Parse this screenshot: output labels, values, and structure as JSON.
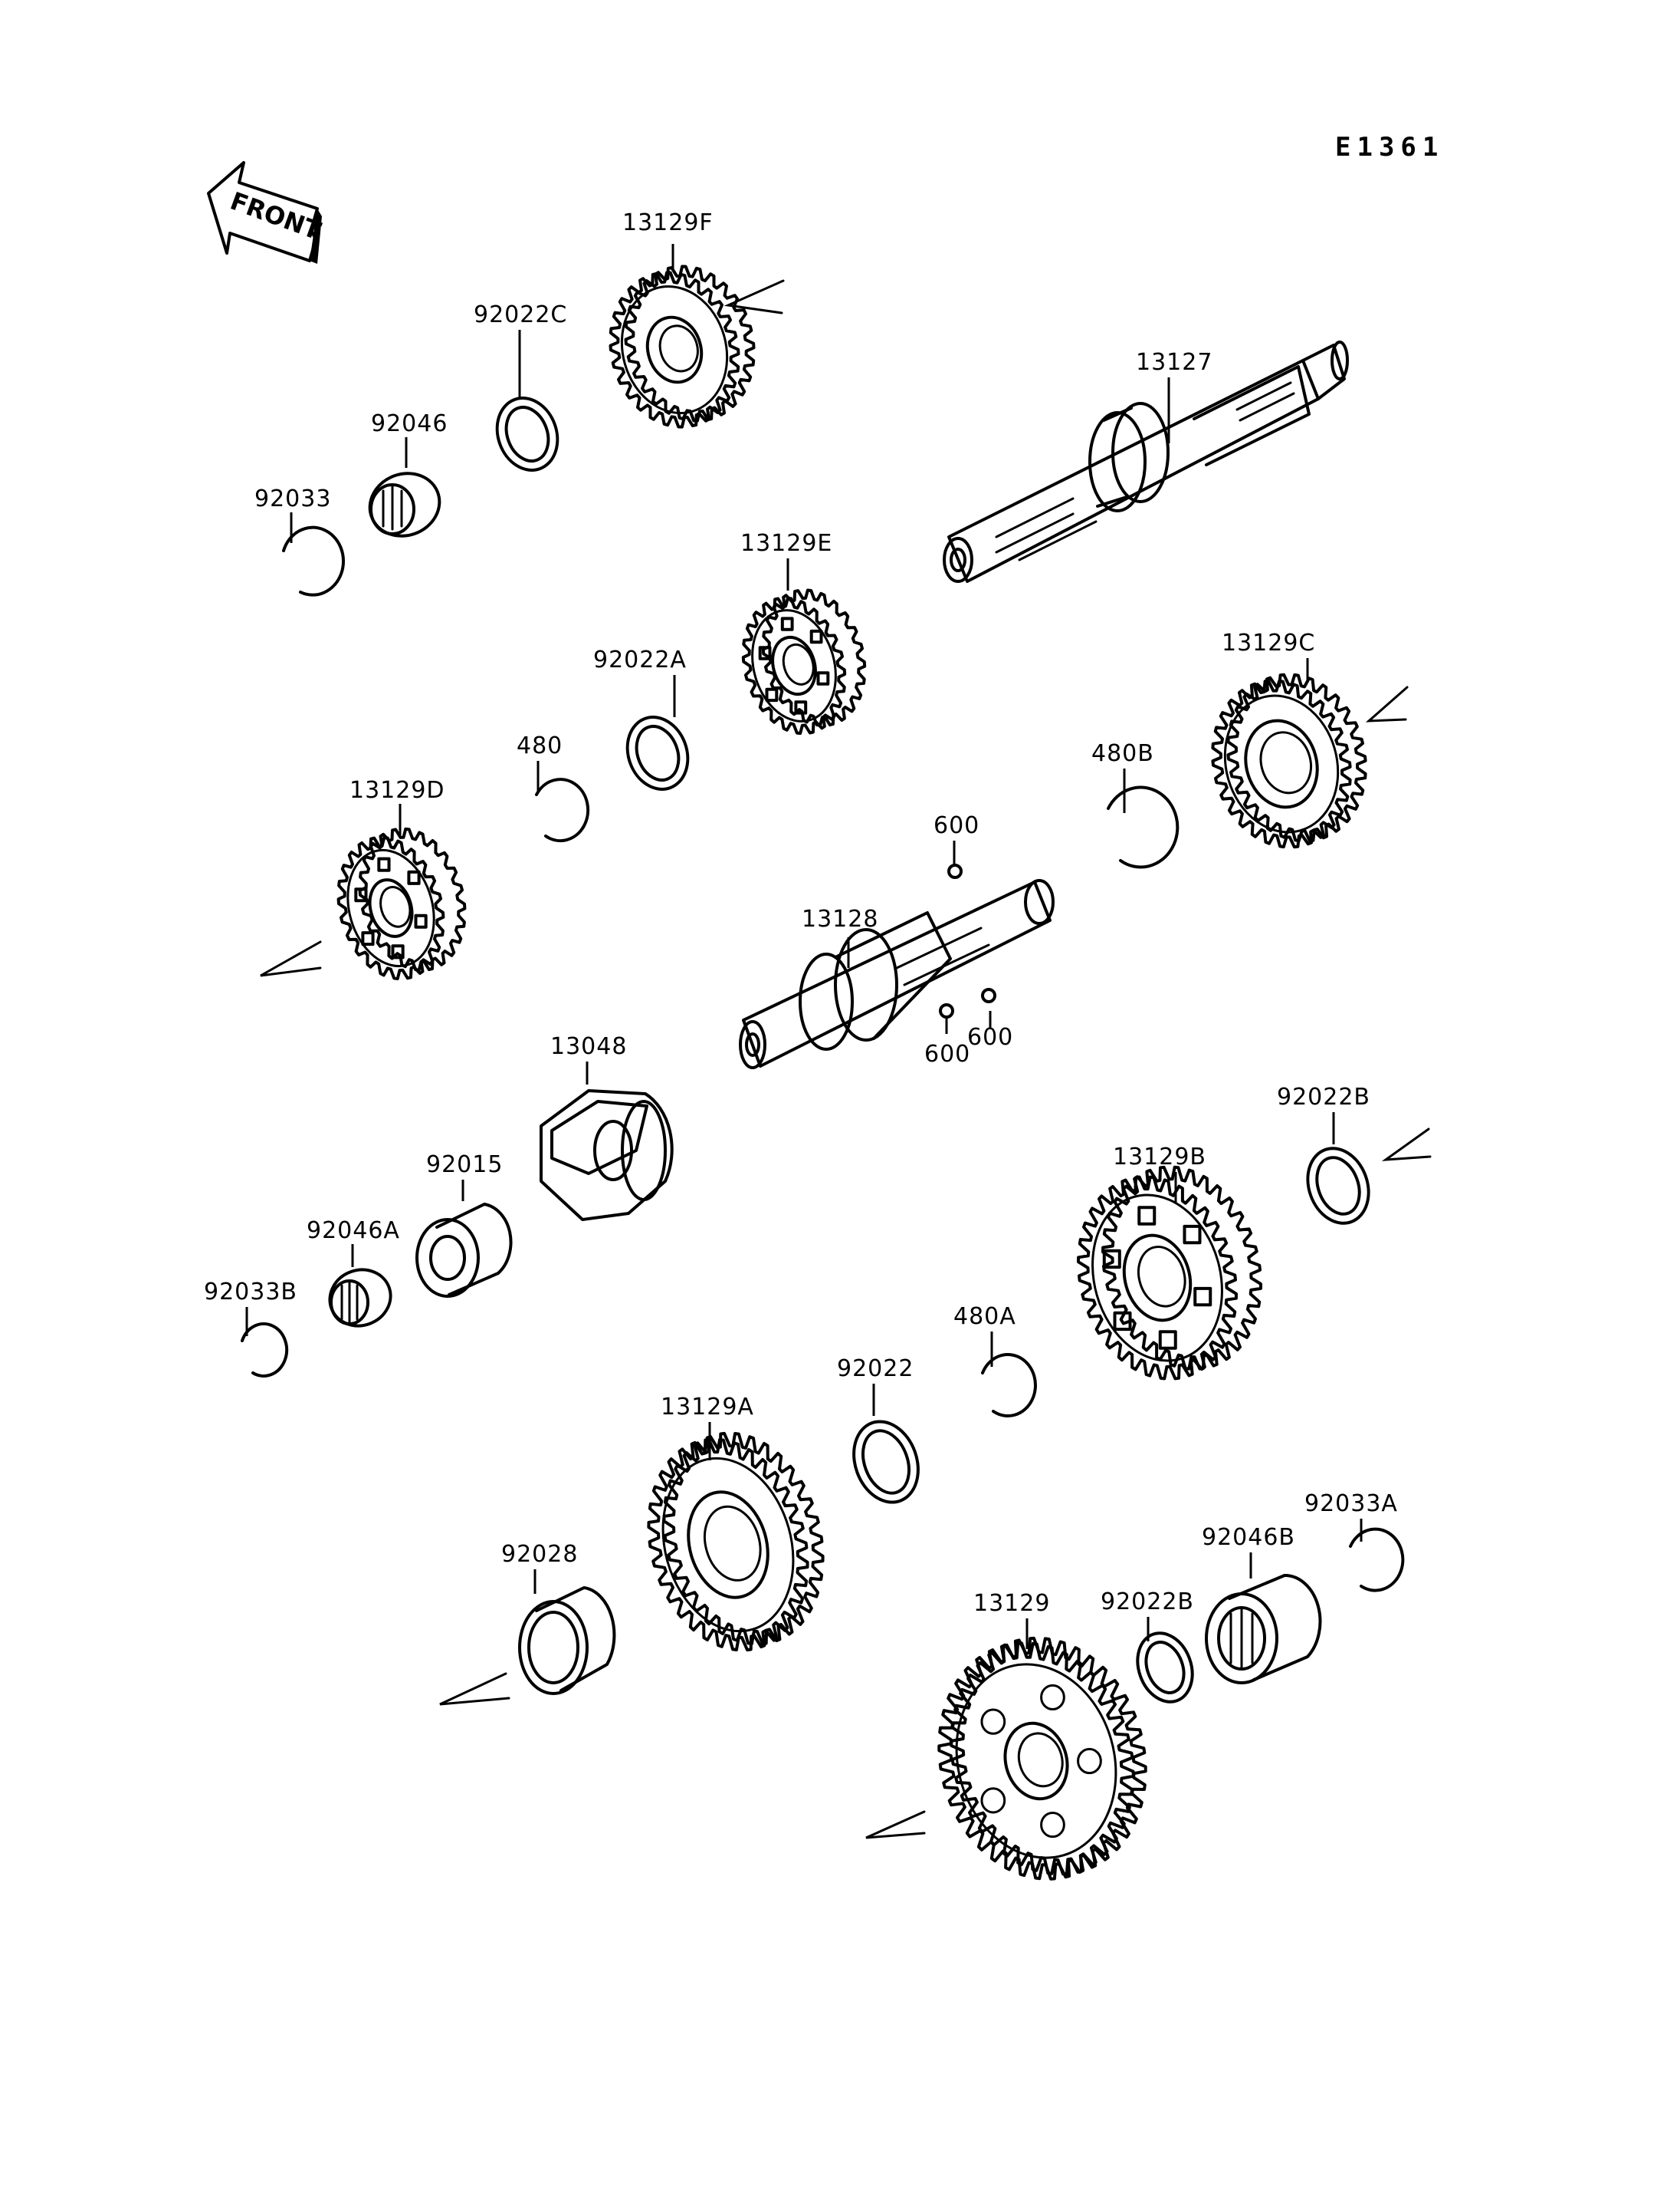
{
  "diagram_code": "E1361",
  "front_label": "FRONT",
  "labels": {
    "l13129F": "13129F",
    "l92022C": "92022C",
    "l92046": "92046",
    "l92033": "92033",
    "l13127": "13127",
    "l13129E": "13129E",
    "l92022A": "92022A",
    "l480": "480",
    "l13129D": "13129D",
    "l13129C": "13129C",
    "l480B": "480B",
    "l600a": "600",
    "l13128": "13128",
    "l600b": "600",
    "l600c": "600",
    "l13048": "13048",
    "l92015": "92015",
    "l92046A": "92046A",
    "l92033B": "92033B",
    "l92022B1": "92022B",
    "l13129B": "13129B",
    "l480A": "480A",
    "l92022": "92022",
    "l13129A": "13129A",
    "l92028": "92028",
    "l92033A": "92033A",
    "l92046B": "92046B",
    "l92022B2": "92022B",
    "l13129": "13129"
  }
}
